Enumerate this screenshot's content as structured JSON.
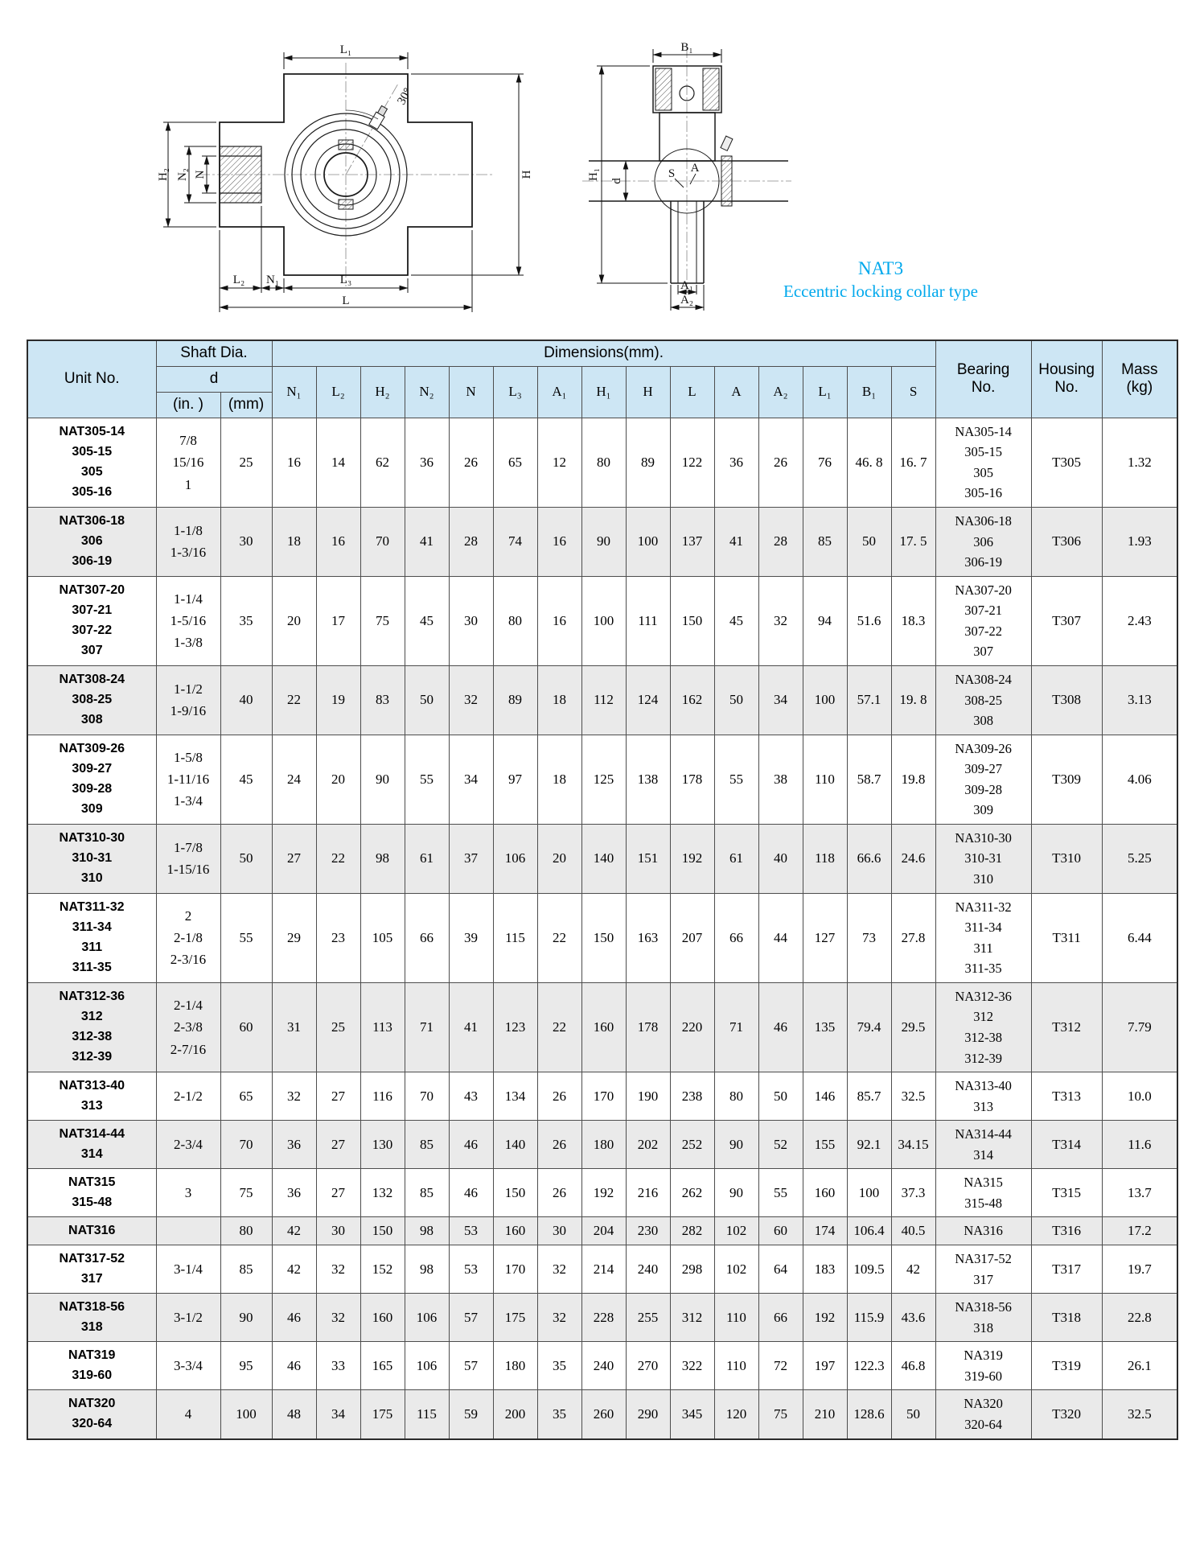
{
  "title": {
    "code": "NAT3",
    "desc": "Eccentric locking collar type"
  },
  "drawing": {
    "front": {
      "l1": "L₁",
      "h2": "H₂",
      "n2": "N₂",
      "n": "N",
      "h": "H",
      "l2": "L₂",
      "n1": "N₁",
      "l3": "L₃",
      "l": "L",
      "angle": "30°"
    },
    "side": {
      "b1": "B₁",
      "h1": "H₁",
      "d": "d",
      "s": "S",
      "a": "A",
      "a1": "A₁",
      "a2": "A₂"
    }
  },
  "table": {
    "headers": {
      "unit_no": "Unit No.",
      "shaft_dia": "Shaft Dia.",
      "d": "d",
      "d_in": "(in. )",
      "d_mm": "(mm)",
      "dimensions": "Dimensions(mm).",
      "dim_cols": [
        "N₁",
        "L₂",
        "H₂",
        "N₂",
        "N",
        "L₃",
        "A₁",
        "H₁",
        "H",
        "L",
        "A",
        "A₂",
        "L₁",
        "B₁",
        "S"
      ],
      "bearing_no": "Bearing\nNo.",
      "housing_no": "Housing\nNo.",
      "mass": "Mass\n(kg)"
    },
    "rows": [
      {
        "unit": "NAT305-14\n305-15\n305\n305-16",
        "d_in": "7/8\n15/16\n1",
        "d_mm": "25",
        "dims": [
          "16",
          "14",
          "62",
          "36",
          "26",
          "65",
          "12",
          "80",
          "89",
          "122",
          "36",
          "26",
          "76",
          "46. 8",
          "16. 7"
        ],
        "bearing": "NA305-14\n305-15\n305\n305-16",
        "housing": "T305",
        "mass": "1.32"
      },
      {
        "unit": "NAT306-18\n306\n306-19",
        "d_in": "1-1/8\n1-3/16",
        "d_mm": "30",
        "dims": [
          "18",
          "16",
          "70",
          "41",
          "28",
          "74",
          "16",
          "90",
          "100",
          "137",
          "41",
          "28",
          "85",
          "50",
          "17. 5"
        ],
        "bearing": "NA306-18\n306\n306-19",
        "housing": "T306",
        "mass": "1.93"
      },
      {
        "unit": "NAT307-20\n307-21\n307-22\n307",
        "d_in": "1-1/4\n1-5/16\n1-3/8",
        "d_mm": "35",
        "dims": [
          "20",
          "17",
          "75",
          "45",
          "30",
          "80",
          "16",
          "100",
          "111",
          "150",
          "45",
          "32",
          "94",
          "51.6",
          "18.3"
        ],
        "bearing": "NA307-20\n307-21\n307-22\n307",
        "housing": "T307",
        "mass": "2.43"
      },
      {
        "unit": "NAT308-24\n308-25\n308",
        "d_in": "1-1/2\n1-9/16",
        "d_mm": "40",
        "dims": [
          "22",
          "19",
          "83",
          "50",
          "32",
          "89",
          "18",
          "112",
          "124",
          "162",
          "50",
          "34",
          "100",
          "57.1",
          "19. 8"
        ],
        "bearing": "NA308-24\n308-25\n308",
        "housing": "T308",
        "mass": "3.13"
      },
      {
        "unit": "NAT309-26\n309-27\n309-28\n309",
        "d_in": "1-5/8\n1-11/16\n1-3/4",
        "d_mm": "45",
        "dims": [
          "24",
          "20",
          "90",
          "55",
          "34",
          "97",
          "18",
          "125",
          "138",
          "178",
          "55",
          "38",
          "110",
          "58.7",
          "19.8"
        ],
        "bearing": "NA309-26\n309-27\n309-28\n309",
        "housing": "T309",
        "mass": "4.06"
      },
      {
        "unit": "NAT310-30\n310-31\n310",
        "d_in": "1-7/8\n1-15/16",
        "d_mm": "50",
        "dims": [
          "27",
          "22",
          "98",
          "61",
          "37",
          "106",
          "20",
          "140",
          "151",
          "192",
          "61",
          "40",
          "118",
          "66.6",
          "24.6"
        ],
        "bearing": "NA310-30\n310-31\n310",
        "housing": "T310",
        "mass": "5.25"
      },
      {
        "unit": "NAT311-32\n311-34\n311\n311-35",
        "d_in": "2\n2-1/8\n2-3/16",
        "d_mm": "55",
        "dims": [
          "29",
          "23",
          "105",
          "66",
          "39",
          "115",
          "22",
          "150",
          "163",
          "207",
          "66",
          "44",
          "127",
          "73",
          "27.8"
        ],
        "bearing": "NA311-32\n311-34\n311\n311-35",
        "housing": "T311",
        "mass": "6.44"
      },
      {
        "unit": "NAT312-36\n312\n312-38\n312-39",
        "d_in": "2-1/4\n2-3/8\n2-7/16",
        "d_mm": "60",
        "dims": [
          "31",
          "25",
          "113",
          "71",
          "41",
          "123",
          "22",
          "160",
          "178",
          "220",
          "71",
          "46",
          "135",
          "79.4",
          "29.5"
        ],
        "bearing": "NA312-36\n312\n312-38\n312-39",
        "housing": "T312",
        "mass": "7.79"
      },
      {
        "unit": "NAT313-40\n313",
        "d_in": "2-1/2",
        "d_mm": "65",
        "dims": [
          "32",
          "27",
          "116",
          "70",
          "43",
          "134",
          "26",
          "170",
          "190",
          "238",
          "80",
          "50",
          "146",
          "85.7",
          "32.5"
        ],
        "bearing": "NA313-40\n313",
        "housing": "T313",
        "mass": "10.0"
      },
      {
        "unit": "NAT314-44\n314",
        "d_in": "2-3/4",
        "d_mm": "70",
        "dims": [
          "36",
          "27",
          "130",
          "85",
          "46",
          "140",
          "26",
          "180",
          "202",
          "252",
          "90",
          "52",
          "155",
          "92.1",
          "34.15"
        ],
        "bearing": "NA314-44\n314",
        "housing": "T314",
        "mass": "11.6"
      },
      {
        "unit": "NAT315\n315-48",
        "d_in": "3",
        "d_mm": "75",
        "dims": [
          "36",
          "27",
          "132",
          "85",
          "46",
          "150",
          "26",
          "192",
          "216",
          "262",
          "90",
          "55",
          "160",
          "100",
          "37.3"
        ],
        "bearing": "NA315\n315-48",
        "housing": "T315",
        "mass": "13.7"
      },
      {
        "unit": "NAT316",
        "d_in": "",
        "d_mm": "80",
        "dims": [
          "42",
          "30",
          "150",
          "98",
          "53",
          "160",
          "30",
          "204",
          "230",
          "282",
          "102",
          "60",
          "174",
          "106.4",
          "40.5"
        ],
        "bearing": "NA316",
        "housing": "T316",
        "mass": "17.2"
      },
      {
        "unit": "NAT317-52\n317",
        "d_in": "3-1/4",
        "d_mm": "85",
        "dims": [
          "42",
          "32",
          "152",
          "98",
          "53",
          "170",
          "32",
          "214",
          "240",
          "298",
          "102",
          "64",
          "183",
          "109.5",
          "42"
        ],
        "bearing": "NA317-52\n317",
        "housing": "T317",
        "mass": "19.7"
      },
      {
        "unit": "NAT318-56\n318",
        "d_in": "3-1/2",
        "d_mm": "90",
        "dims": [
          "46",
          "32",
          "160",
          "106",
          "57",
          "175",
          "32",
          "228",
          "255",
          "312",
          "110",
          "66",
          "192",
          "115.9",
          "43.6"
        ],
        "bearing": "NA318-56\n318",
        "housing": "T318",
        "mass": "22.8"
      },
      {
        "unit": "NAT319\n319-60",
        "d_in": "3-3/4",
        "d_mm": "95",
        "dims": [
          "46",
          "33",
          "165",
          "106",
          "57",
          "180",
          "35",
          "240",
          "270",
          "322",
          "110",
          "72",
          "197",
          "122.3",
          "46.8"
        ],
        "bearing": "NA319\n319-60",
        "housing": "T319",
        "mass": "26.1"
      },
      {
        "unit": "NAT320\n320-64",
        "d_in": "4",
        "d_mm": "100",
        "dims": [
          "48",
          "34",
          "175",
          "115",
          "59",
          "200",
          "35",
          "260",
          "290",
          "345",
          "120",
          "75",
          "210",
          "128.6",
          "50"
        ],
        "bearing": "NA320\n320-64",
        "housing": "T320",
        "mass": "32.5"
      }
    ]
  }
}
